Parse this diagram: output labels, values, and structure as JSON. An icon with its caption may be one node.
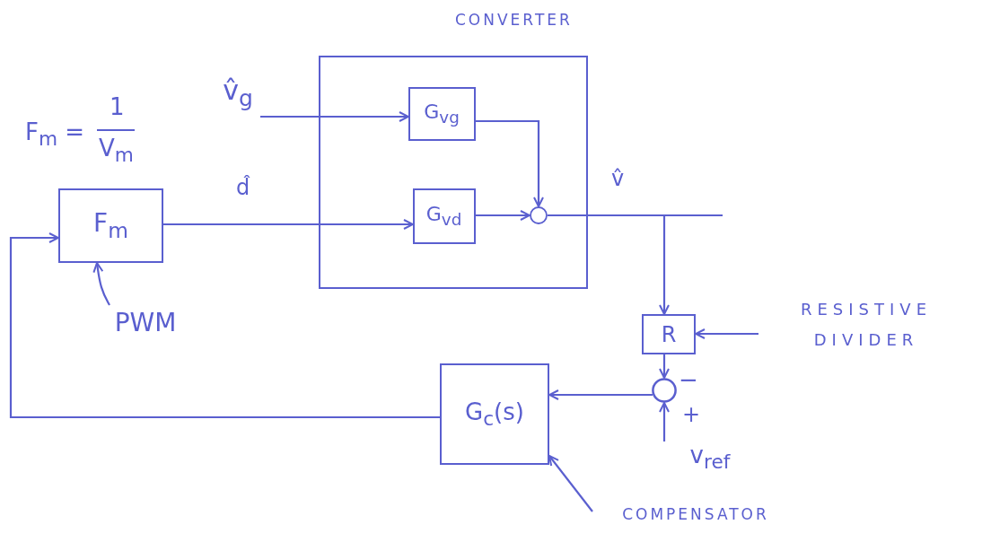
{
  "diagram": {
    "nodes": [
      {
        "text": [
          "CONVERTER"
        ]
      },
      {
        "text": [
          "G$_{vg}$"
        ],
        "in": 0
      },
      {
        "text": [
          "G$_{vd}$"
        ],
        "in": 0
      },
      {
        "text": [],
        "shape": "circle",
        "in": 0
      },
      {
        "text": [
          "F$_{m}$"
        ]
      },
      {
        "text": [
          "v̂$_{g}$"
        ]
      },
      {
        "text": [
          "R"
        ]
      },
      {
        "text": [],
        "shape": "circle"
      },
      {
        "text": [
          "G$_{c}$(s)"
        ]
      },
      {
        "text": [
          "PWM"
        ]
      },
      {
        "text": [
          "v$_{ref}$"
        ]
      },
      {
        "text": [
          "RESISTIVE DIVIDER"
        ]
      },
      {
        "text": [
          "COMPENSATOR"
        ]
      }
    ],
    "edges": [
      {
        "from": 5,
        "to": 1,
        "arrow": "to"
      },
      {
        "from": 4,
        "to": 2,
        "arrow": "to",
        "label": "d̂"
      },
      {
        "from": 1,
        "to": 3,
        "arrow": "to"
      },
      {
        "from": 2,
        "to": 3,
        "arrow": "to"
      },
      {
        "from": 3,
        "to": null,
        "arrow": "none",
        "label": "v̂"
      },
      {
        "from": 3,
        "to": 6,
        "arrow": "to"
      },
      {
        "from": 6,
        "to": 7,
        "arrow": "to"
      },
      {
        "from": 10,
        "to": 7,
        "arrow": "to"
      },
      {
        "from": 7,
        "to": 8,
        "arrow": "to"
      },
      {
        "from": 8,
        "to": 4,
        "arrow": "to"
      },
      {
        "from": 9,
        "to": 4,
        "arrow": "to"
      },
      {
        "from": 11,
        "to": 6,
        "arrow": "to"
      },
      {
        "from": 12,
        "to": 8,
        "arrow": "to"
      }
    ],
    "labels": [
      "F$_{m}$ =",
      "1",
      "V$_{m}$",
      "−",
      "+"
    ]
  }
}
